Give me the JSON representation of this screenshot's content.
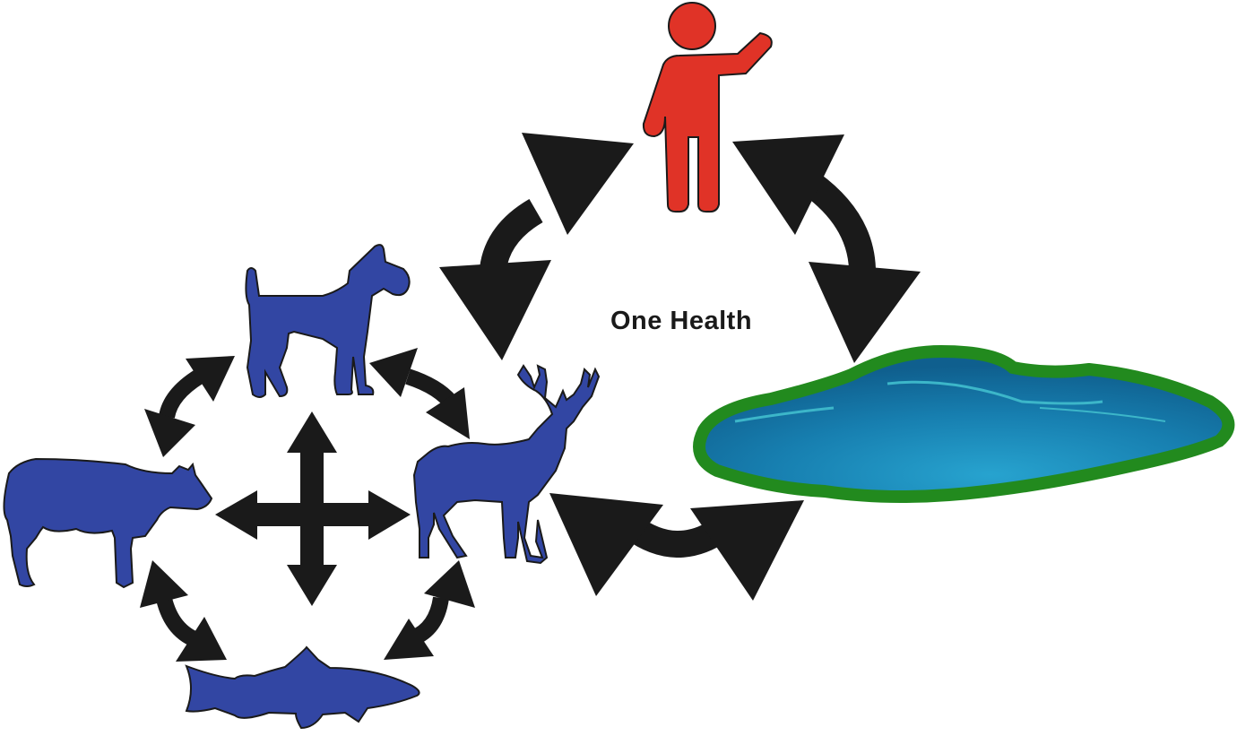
{
  "diagram": {
    "title": "One Health",
    "nodes": [
      {
        "id": "human",
        "icon": "human-icon"
      },
      {
        "id": "environment",
        "icon": "pond-icon"
      },
      {
        "id": "animals",
        "icon": "animal-group-icon"
      },
      {
        "id": "dog",
        "icon": "dog-icon"
      },
      {
        "id": "cow",
        "icon": "cow-icon"
      },
      {
        "id": "fish",
        "icon": "fish-icon"
      },
      {
        "id": "deer",
        "icon": "deer-icon"
      }
    ],
    "links": [
      {
        "from": "human",
        "to": "animals",
        "kind": "bidirectional"
      },
      {
        "from": "human",
        "to": "environment",
        "kind": "bidirectional"
      },
      {
        "from": "animals",
        "to": "environment",
        "kind": "bidirectional"
      },
      {
        "from": "dog",
        "to": "cow",
        "kind": "bidirectional"
      },
      {
        "from": "dog",
        "to": "deer",
        "kind": "bidirectional"
      },
      {
        "from": "cow",
        "to": "fish",
        "kind": "bidirectional"
      },
      {
        "from": "fish",
        "to": "deer",
        "kind": "bidirectional"
      }
    ]
  },
  "colors": {
    "human": "#e03327",
    "animal": "#3246a3",
    "arrow": "#1a1a1a",
    "water_dark": "#0f5f8e",
    "water_light": "#27a3cf",
    "shore": "#228a1e"
  }
}
